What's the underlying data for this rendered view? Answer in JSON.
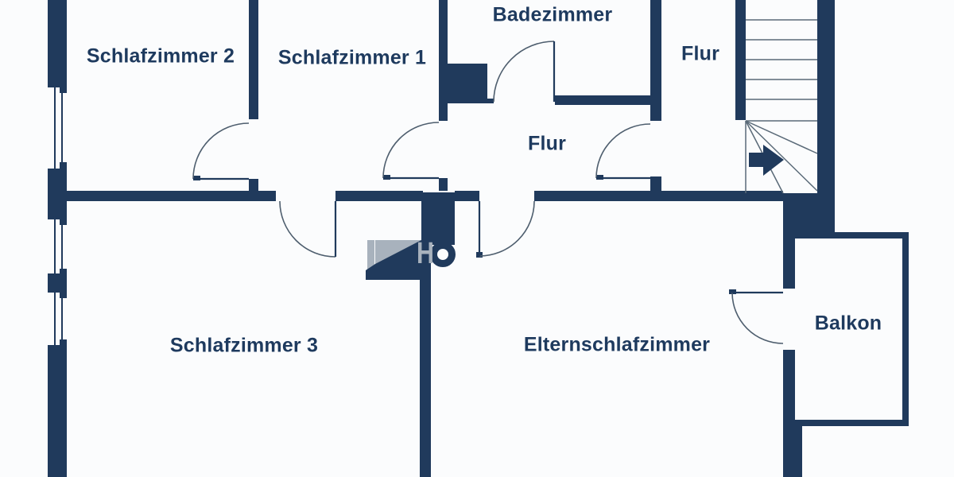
{
  "rooms": {
    "schlafzimmer2": "Schlafzimmer 2",
    "schlafzimmer1": "Schlafzimmer 1",
    "badezimmer": "Badezimmer",
    "flur_top": "Flur",
    "flur_mitte": "Flur",
    "schlafzimmer3": "Schlafzimmer 3",
    "elternschlafzimmer": "Elternschlafzimmer",
    "balkon": "Balkon"
  },
  "watermark": {
    "visible_text_h": "H",
    "icon": "flag-logo-icon"
  },
  "features": {
    "stairs_icon": "staircase-with-direction-arrow",
    "windows": "double-glazing-line-symbols",
    "doors": "quarter-circle-swing-symbols"
  },
  "colors": {
    "wall": "#203a5c",
    "background": "#fbfcfd",
    "thin_line": "#5a6a78",
    "door_arc": "#4e5e6e",
    "watermark_gray": "#a8b2bd",
    "label_text": "#1e3a5e"
  }
}
